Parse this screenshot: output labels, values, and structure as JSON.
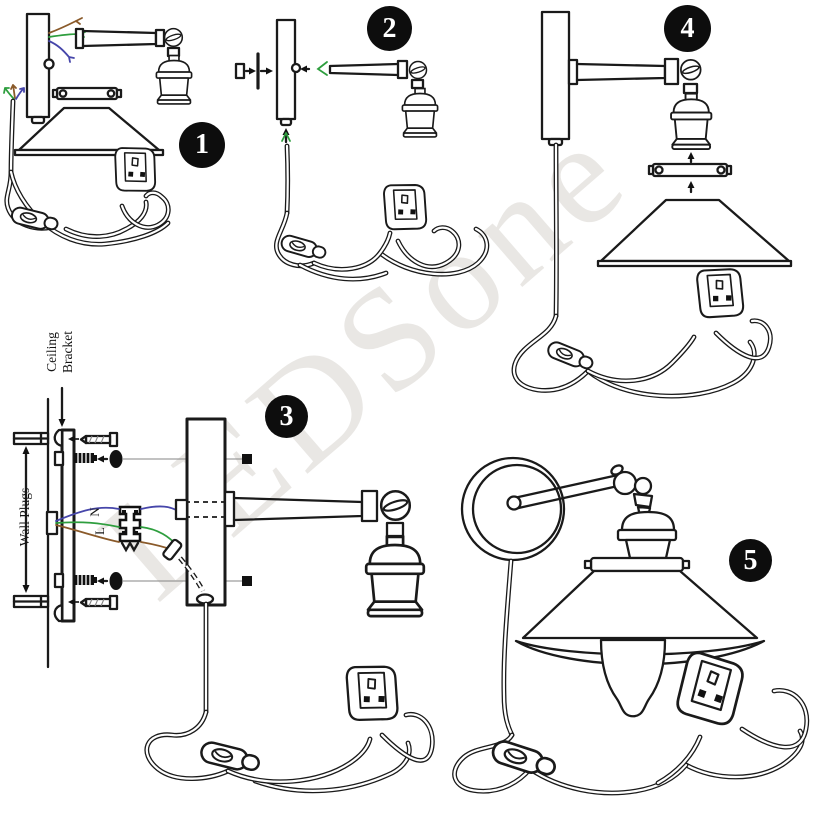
{
  "watermark": {
    "text": "LEDSone"
  },
  "steps": [
    {
      "badge": "1"
    },
    {
      "badge": "2"
    },
    {
      "badge": "3",
      "labels": {
        "ceiling_bracket_line1": "Ceiling",
        "ceiling_bracket_line2": "Bracket",
        "wall_plugs": "Wall Plugs",
        "terminal_neutral": "N",
        "terminal_live": "L"
      }
    },
    {
      "badge": "4"
    },
    {
      "badge": "5"
    }
  ],
  "colors": {
    "line": "#1a1a1a",
    "badge_background": "#0d0d0d",
    "badge_text": "#ffffff",
    "wire_brown": "#8a5a2a",
    "wire_green": "#2e9e3e",
    "wire_blue": "#4646aa",
    "watermark": "rgba(125,110,92,0.17)"
  }
}
